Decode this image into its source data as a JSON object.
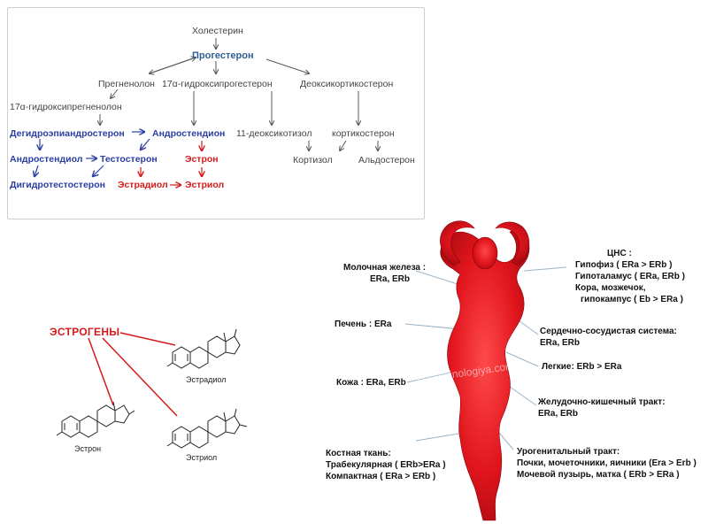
{
  "pathway": {
    "cholesterol": "Холестерин",
    "progesterone": "Прогестерон",
    "pregnenolone": "Прегненолон",
    "hydroxyprogesterone": "17α-гидроксипрогестерон",
    "deoxycorticosterone": "Деоксикортикостерон",
    "hydroxypregnenolone": "17α-гидроксипрегненолон",
    "dhea": "Дегидроэпиандростерон",
    "androstenedione": "Андростендион",
    "deoxycortisol": "11-деоксикотизол",
    "corticosterone": "кортикостерон",
    "androstenediol": "Андростендиол",
    "testosterone": "Тестостерон",
    "estrone": "Эстрон",
    "cortisol": "Кортизол",
    "aldosterone": "Альдостерон",
    "dht": "Дигидротестостерон",
    "estradiol": "Эстрадиол",
    "estriol": "Эстриол"
  },
  "estrogens": {
    "title": "ЭСТРОГЕНЫ",
    "estradiol_label": "Эстрадиол",
    "estrone_label": "Эстрон",
    "estriol_label": "Эстриол"
  },
  "body_labels": {
    "mammary_1": "Молочная железа :",
    "mammary_2": "ERa, ERb",
    "liver": "Печень : ERa",
    "skin": "Кожа : ERa, ERb",
    "bone_1": "Костная ткань:",
    "bone_2": "Трабекулярная ( ERb>ERa )",
    "bone_3": "Компактная ( ERa > ERb )",
    "cns_1": "ЦНС :",
    "cns_2": "Гипофиз ( ERa > ERb )",
    "cns_3": "Гипоталамус ( ERa, ERb )",
    "cns_4": "Кора, мозжечок,",
    "cns_5": "гипокампус ( Eb > ERa )",
    "cardio_1": "Сердечно-сосудистая система:",
    "cardio_2": "ERa, ERb",
    "lungs": "Легкие: ERb > ERa",
    "gi_1": "Желудочно-кишечный тракт:",
    "gi_2": "ERa, ERb",
    "uro_1": "Урогенитальный тракт:",
    "uro_2": "Почки, мочеточники, яичники (Era > Erb )",
    "uro_3": "Мочевой пузырь, матка ( ERb > ERa )",
    "watermark": "Endokrinologiya.com"
  },
  "colors": {
    "blue": "#2b3fa3",
    "red": "#d41a1a",
    "steel": "#2f5f93",
    "body_red": "#e0141c"
  }
}
